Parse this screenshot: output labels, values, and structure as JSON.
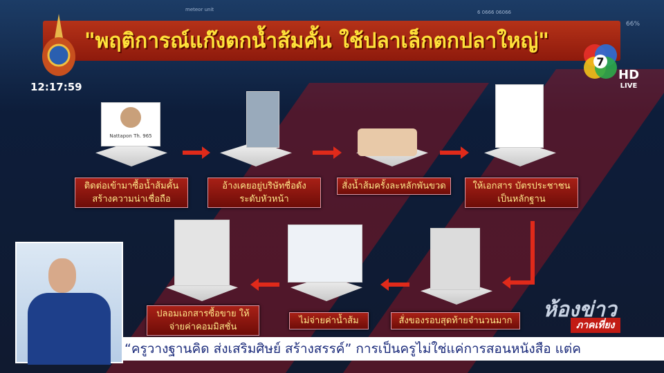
{
  "header": {
    "title": "\"พฤติการณ์แก๊งตกน้ำส้มคั้น ใช้ปลาเล็กตกปลาใหญ่\"",
    "clock": "12:17:59",
    "hd": "HD",
    "live": "LIVE",
    "hud_unit": "meteor unit",
    "hud_percent": "66%",
    "hud_numbers": "6 0666 06066"
  },
  "steps_row1": [
    {
      "label": "ติดต่อเข้ามาซื้อน้ำส้มคั้น สร้างความน่าเชื่อถือ",
      "image_caption": "Nattapon Th. 965"
    },
    {
      "label": "อ้างเคยอยู่บริษัทชื่อดัง ระดับหัวหน้า"
    },
    {
      "label": "สั่งน้ำส้มครั้งละหลักพันขวด"
    },
    {
      "label": "ให้เอกสาร บัตรประชาชนเป็นหลักฐาน"
    }
  ],
  "steps_row2": [
    {
      "label": "สั่งของรอบสุดท้ายจำนวนมาก"
    },
    {
      "label": "ไม่จ่ายค่าน้ำส้ม"
    },
    {
      "label": "ปลอมเอกสารซื้อขาย ให้จ่ายค่าคอมมิสชั่น"
    }
  ],
  "show": {
    "name": "ห้องข่าว",
    "sub": "ภาคเที่ยง"
  },
  "ticker": "“ครูวางฐานคิด ส่งเสริมศิษย์ สร้างสรรค์” การเป็นครูไม่ใช่แค่การสอนหนังสือ แต่ค",
  "colors": {
    "banner": "#a82616",
    "title_text": "#ffe23a",
    "arrow": "#e02a1a"
  }
}
